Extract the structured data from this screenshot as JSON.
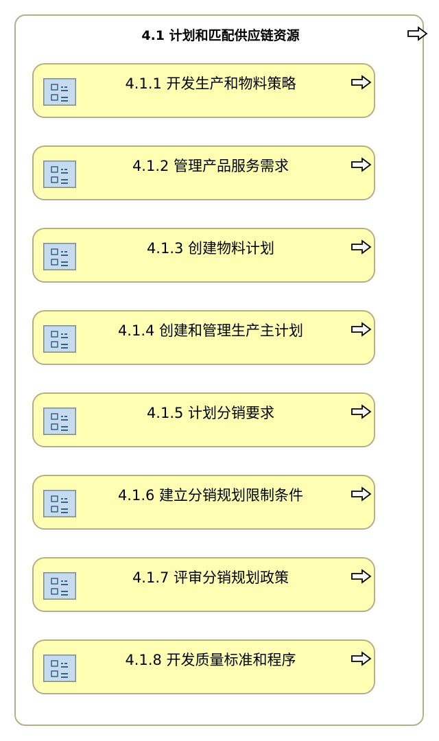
{
  "container": {
    "title": "4.1 计划和匹配供应链资源",
    "border_color": "#b5ad86",
    "arrow_icon": "hollow-right-arrow-icon"
  },
  "items": [
    {
      "label": "4.1.1 开发生产和物料策略",
      "icon": "process-list-icon",
      "arrow_icon": "hollow-right-arrow-icon"
    },
    {
      "label": "4.1.2 管理产品服务需求",
      "icon": "process-list-icon",
      "arrow_icon": "hollow-right-arrow-icon"
    },
    {
      "label": "4.1.3 创建物料计划",
      "icon": "process-list-icon",
      "arrow_icon": "hollow-right-arrow-icon"
    },
    {
      "label": "4.1.4 创建和管理生产主计划",
      "icon": "process-list-icon",
      "arrow_icon": "hollow-right-arrow-icon"
    },
    {
      "label": "4.1.5 计划分销要求",
      "icon": "process-list-icon",
      "arrow_icon": "hollow-right-arrow-icon"
    },
    {
      "label": "4.1.6 建立分销规划限制条件",
      "icon": "process-list-icon",
      "arrow_icon": "hollow-right-arrow-icon"
    },
    {
      "label": "4.1.7 评审分销规划政策",
      "icon": "process-list-icon",
      "arrow_icon": "hollow-right-arrow-icon"
    },
    {
      "label": "4.1.8 开发质量标准和程序",
      "icon": "process-list-icon",
      "arrow_icon": "hollow-right-arrow-icon"
    }
  ],
  "colors": {
    "item_fill": "#ffffb4",
    "item_border": "#b5ad86",
    "icon_fill": "#c6dcec",
    "icon_border": "#7a8a99"
  }
}
